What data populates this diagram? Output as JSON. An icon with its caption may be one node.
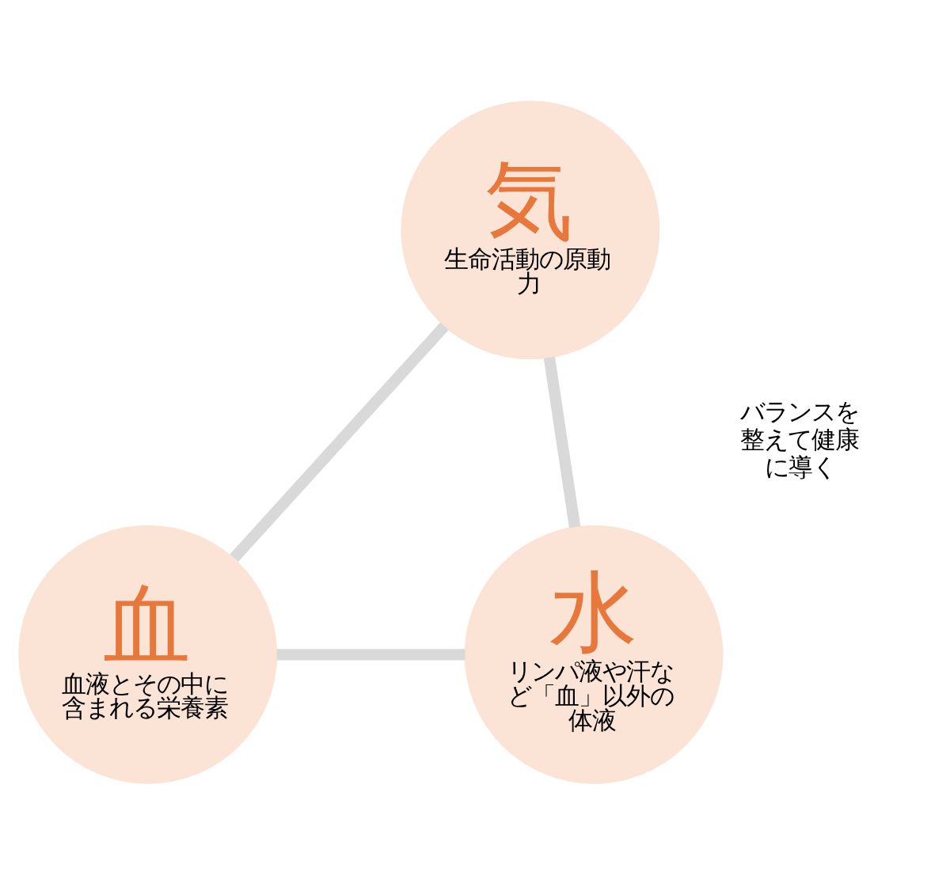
{
  "diagram": {
    "nodes": [
      {
        "text": [
          "気",
          "生命活動の原動力"
        ]
      },
      {
        "text": [
          "血",
          "血液とその中に含まれる栄養素"
        ]
      },
      {
        "text": [
          "水",
          "リンパ液や汗など「血」以外の体液"
        ]
      }
    ],
    "edges": [
      {
        "from": 0,
        "to": 1,
        "arrow": "none"
      },
      {
        "from": 0,
        "to": 2,
        "arrow": "none"
      },
      {
        "from": 1,
        "to": 2,
        "arrow": "none"
      }
    ],
    "labels": [
      "バランスを整えて健康に導く"
    ]
  }
}
